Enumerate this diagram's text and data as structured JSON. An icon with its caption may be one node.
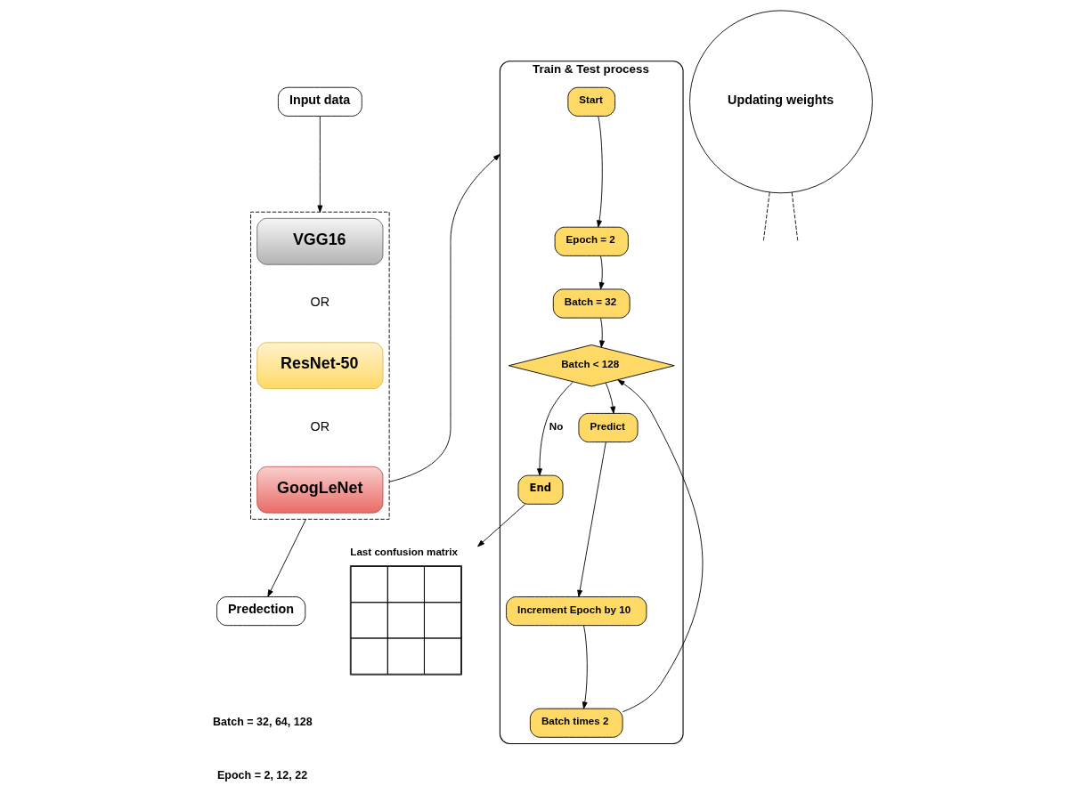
{
  "diagram": {
    "nodes": [
      {
        "text": [
          "Input data"
        ]
      },
      {
        "text": [],
        "shape": "box"
      },
      {
        "text": [
          "VGG16"
        ],
        "in": 1
      },
      {
        "text": [
          "ResNet-50"
        ],
        "in": 1
      },
      {
        "text": [
          "GoogLeNet"
        ],
        "in": 1
      },
      {
        "text": [
          "Predection"
        ]
      },
      {
        "text": [
          "Train & Test process"
        ]
      },
      {
        "text": [
          "Start"
        ],
        "in": 6
      },
      {
        "text": [
          "Epoch = 2"
        ],
        "in": 6
      },
      {
        "text": [
          "Batch = 32"
        ],
        "in": 6
      },
      {
        "text": [
          "Batch < 128"
        ],
        "in": 6
      },
      {
        "text": [
          "Predict"
        ],
        "in": 6
      },
      {
        "text": [
          "End"
        ],
        "in": 6
      },
      {
        "text": [
          "Increment Epoch by 10"
        ],
        "in": 6
      },
      {
        "text": [
          "Batch times 2"
        ],
        "in": 6
      },
      {
        "text": [
          "Updating weights"
        ]
      },
      {
        "text": [
          "Last confusion matrix"
        ]
      }
    ],
    "edges": [
      {
        "from": 0,
        "to": 1,
        "arrow": "to"
      },
      {
        "from": 1,
        "to": 5,
        "arrow": "to"
      },
      {
        "from": 1,
        "to": 6,
        "arrow": "to"
      },
      {
        "from": 7,
        "to": 8,
        "arrow": "to"
      },
      {
        "from": 8,
        "to": 9,
        "arrow": "to"
      },
      {
        "from": 9,
        "to": 10,
        "arrow": "to"
      },
      {
        "from": 10,
        "to": 11,
        "arrow": "to"
      },
      {
        "from": 10,
        "to": 12,
        "arrow": "to",
        "label": "No"
      },
      {
        "from": 11,
        "to": 13,
        "arrow": "to"
      },
      {
        "from": 13,
        "to": 14,
        "arrow": "to"
      },
      {
        "from": 14,
        "to": 10,
        "arrow": "to"
      },
      {
        "from": 12,
        "to": 16,
        "arrow": "to"
      },
      {
        "from": 15,
        "to": null,
        "arrow": "none",
        "style": "dashed"
      },
      {
        "from": 15,
        "to": null,
        "arrow": "none",
        "style": "dashed"
      }
    ],
    "labels": [
      "OR",
      "OR",
      "Batch = 32, 64, 128",
      "Epoch = 2, 12, 22"
    ]
  }
}
